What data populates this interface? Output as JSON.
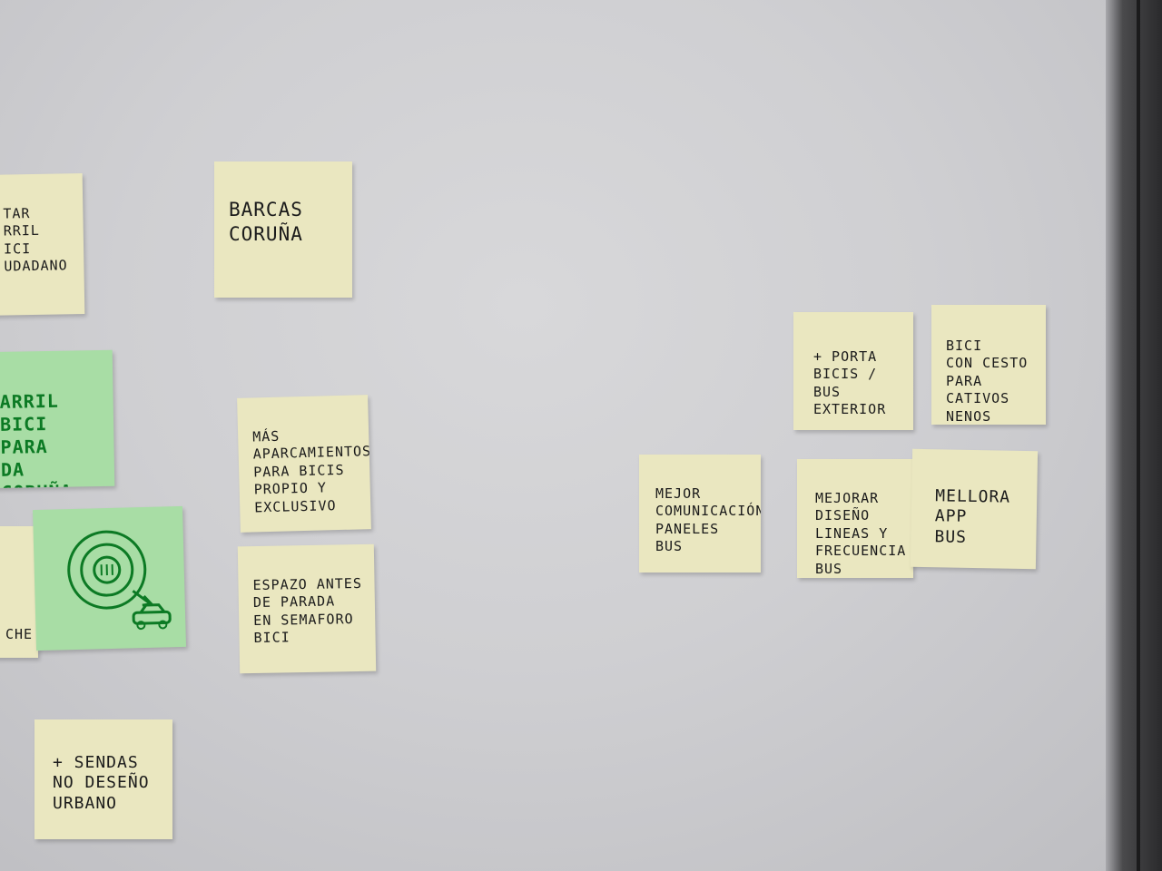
{
  "notes": {
    "n1": "TAR\nRRIL\nICI\nUDADANO",
    "n2": "BARCAS\nCORUÑA",
    "n3": "ARRIL\nBICI PARA\nDA CORUÑA",
    "n4": "MÁS\nAPARCAMIENTOS\nPARA BICIS\nPROPIO Y\nEXCLUSIVO",
    "n5": "ESPAZO ANTES\nDE PARADA\nEN SEMAFORO\nBICI",
    "n6": "CHE",
    "n7": "+ SENDAS\nNO DESEÑO\nURBANO",
    "n8": "+ PORTA\nBICIS / BUS\nEXTERIOR",
    "n9": "BICI\nCON CESTO\nPARA CATIVOS\nNENOS",
    "n10": "MEJOR\nCOMUNICACIÓN\nPANELES\nBUS",
    "n11": "MEJORAR\nDISEÑO\nLINEAS Y\nFRECUENCIA\nBUS",
    "n12": "MELLORA\nAPP\nBUS"
  },
  "colors": {
    "yellow_note": "#eae7c0",
    "green_note": "#a8dda5",
    "green_ink": "#0c7a24"
  }
}
